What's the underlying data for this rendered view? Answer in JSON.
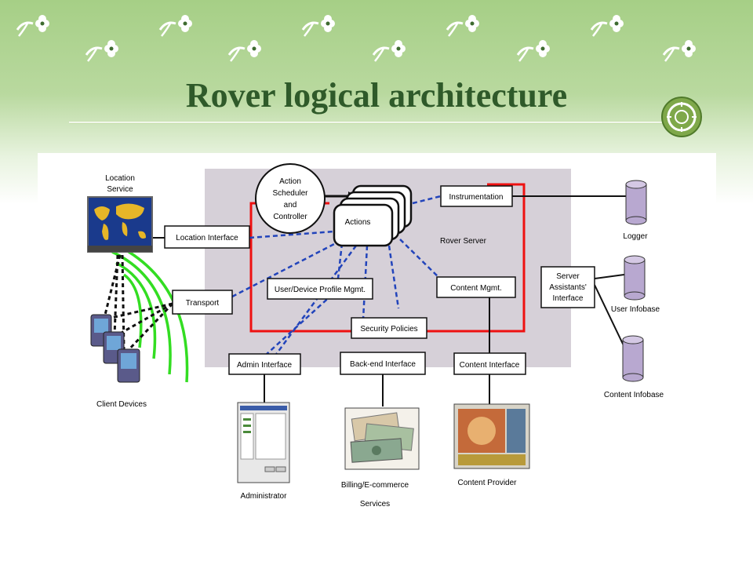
{
  "slide": {
    "title": "Rover logical architecture",
    "colors": {
      "server_region": "#d6d0d8",
      "red_boundary": "#ee1111",
      "dashed_link": "#2244bb",
      "title_green": "#2f5a2a",
      "antenna_green": "#33dd22"
    }
  },
  "diagram": {
    "server_label": "Rover Server",
    "action_scheduler": [
      "Action",
      "Scheduler",
      "and",
      "Controller"
    ],
    "actions": "Actions",
    "boxes": {
      "instrumentation": "Instrumentation",
      "location_interface": "Location Interface",
      "transport": "Transport",
      "profile_mgmt": "User/Device Profile Mgmt.",
      "content_mgmt": "Content Mgmt.",
      "security_policies": "Security Policies",
      "server_assistants": [
        "Server",
        "Assistants'",
        "Interface"
      ],
      "admin_interface": "Admin Interface",
      "backend_interface": "Back-end Interface",
      "content_interface": "Content Interface"
    },
    "external": {
      "location_service": [
        "Location",
        "Service"
      ],
      "client_devices": "Client Devices",
      "logger": "Logger",
      "user_infobase": "User Infobase",
      "content_infobase": "Content Infobase",
      "administrator": "Administrator",
      "billing": [
        "Billing/E-commerce",
        "Services"
      ],
      "content_provider": "Content Provider"
    }
  }
}
